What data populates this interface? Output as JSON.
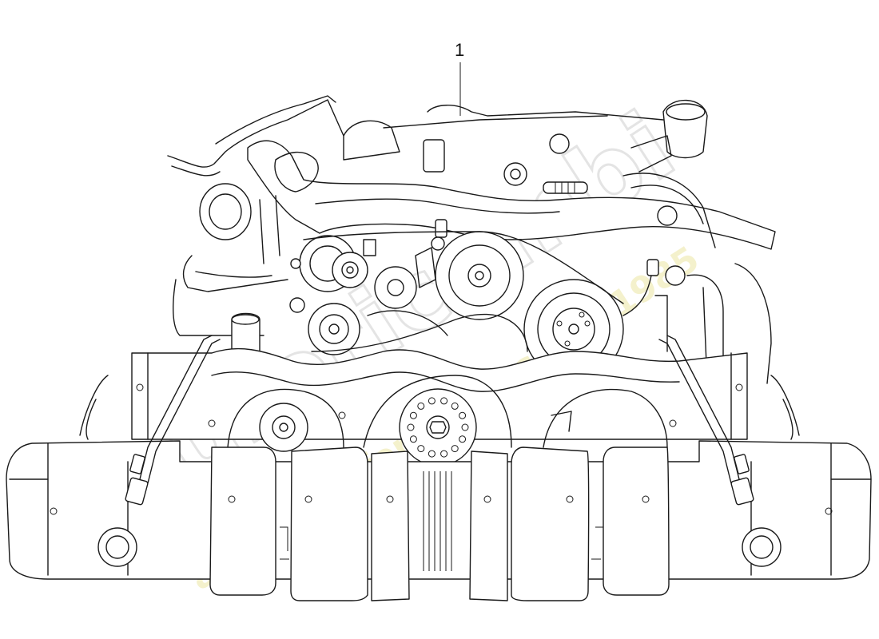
{
  "callouts": [
    {
      "id": "1",
      "label": "1"
    }
  ],
  "watermark": {
    "brand": "euroricambi",
    "tagline": "a passion for parts since 1985",
    "color": "#e8e3a6",
    "outline_color": "#d9d9d9"
  },
  "diagram": {
    "line_color": "#1a1a1a",
    "background": "#ffffff"
  }
}
